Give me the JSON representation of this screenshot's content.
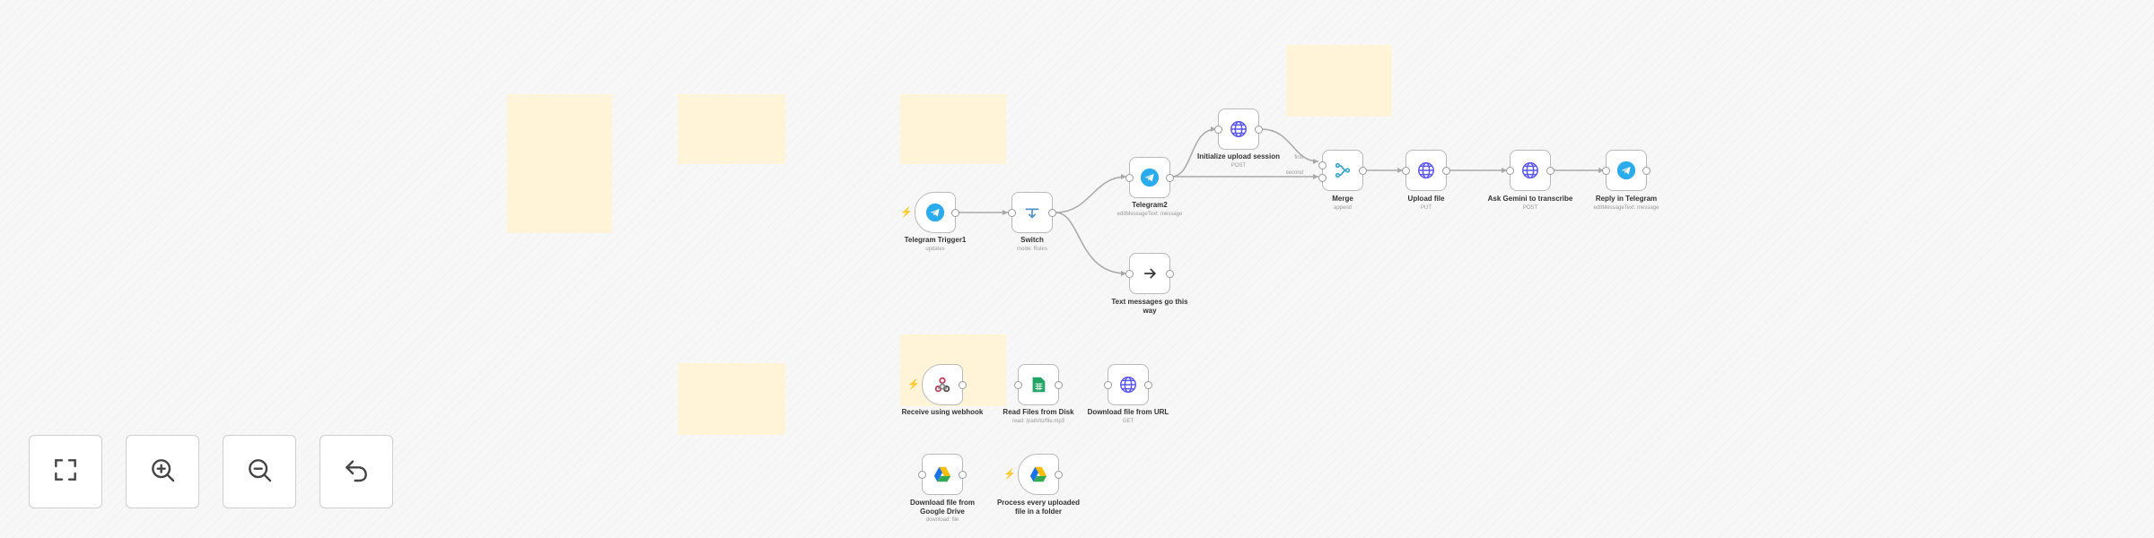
{
  "colors": {
    "sticky": "#fff4d8",
    "telegram": "#2aabee",
    "globe": "#5a55f0",
    "merge": "#35a5c8",
    "switch": "#4a90c8",
    "trigger_bolt": "#ff6d5a",
    "sheets_green": "#21a464"
  },
  "nodes": {
    "telegram_trigger": {
      "label": "Telegram Trigger1",
      "sub": "updates",
      "icon": "telegram-icon"
    },
    "switch": {
      "label": "Switch",
      "sub": "mode: Rules",
      "icon": "switch-icon"
    },
    "telegram2": {
      "label": "Telegram2",
      "sub": "editMessageText: message",
      "icon": "telegram-icon"
    },
    "initialize_upload": {
      "label": "Initialize upload session",
      "sub": "POST",
      "icon": "globe-icon"
    },
    "text_messages": {
      "label": "Text messages go this way",
      "icon": "arrow-right-icon"
    },
    "merge": {
      "label": "Merge",
      "sub": "append",
      "icon": "merge-icon"
    },
    "upload_file": {
      "label": "Upload file",
      "sub": "PUT",
      "icon": "globe-icon"
    },
    "ask_gemini": {
      "label": "Ask Gemini to transcribe",
      "sub": "POST",
      "icon": "globe-icon"
    },
    "reply_telegram": {
      "label": "Reply in Telegram",
      "sub": "editMessageText: message",
      "icon": "telegram-icon"
    },
    "receive_webhook": {
      "label": "Receive using webhook",
      "icon": "webhook-icon"
    },
    "read_files_disk": {
      "label": "Read Files from Disk",
      "sub": "read: /path/to/file.mp3",
      "icon": "spreadsheet-icon"
    },
    "download_url": {
      "label": "Download file from URL",
      "sub": "GET",
      "icon": "globe-icon"
    },
    "download_gdrive": {
      "label": "Download file from Google Drive",
      "sub": "download: file",
      "icon": "google-drive-icon"
    },
    "process_upload": {
      "label": "Process every uploaded file in a folder",
      "icon": "google-drive-icon"
    }
  },
  "edges": {
    "first_branch": "first",
    "second_branch": "second"
  },
  "controls": {
    "fit_view": "fit-view-icon",
    "zoom_in": "zoom-in-icon",
    "zoom_out": "zoom-out-icon",
    "reset": "undo-icon"
  }
}
